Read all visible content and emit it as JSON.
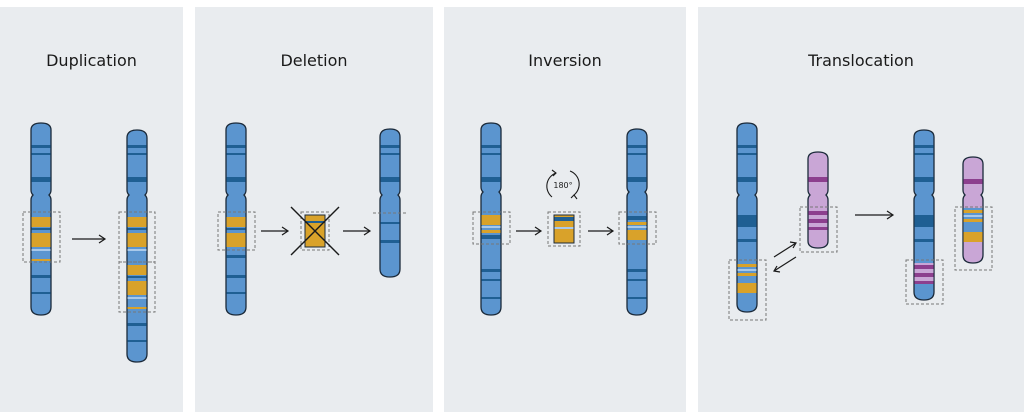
{
  "panels": [
    {
      "title": "Duplication"
    },
    {
      "title": "Deletion"
    },
    {
      "title": "Inversion",
      "rotation_label": "180°"
    },
    {
      "title": "Translocation"
    }
  ],
  "colors": {
    "panel_bg": "#e9ecef",
    "chromosome_blue": "#5b95cf",
    "band_dark": "#1f5f93",
    "band_light": "#a9c9ea",
    "segment_gold": "#d9a22a",
    "chromosome_purple": "#c9a6d6",
    "band_purple": "#8c3f8e",
    "outline": "#1b2a3a"
  }
}
